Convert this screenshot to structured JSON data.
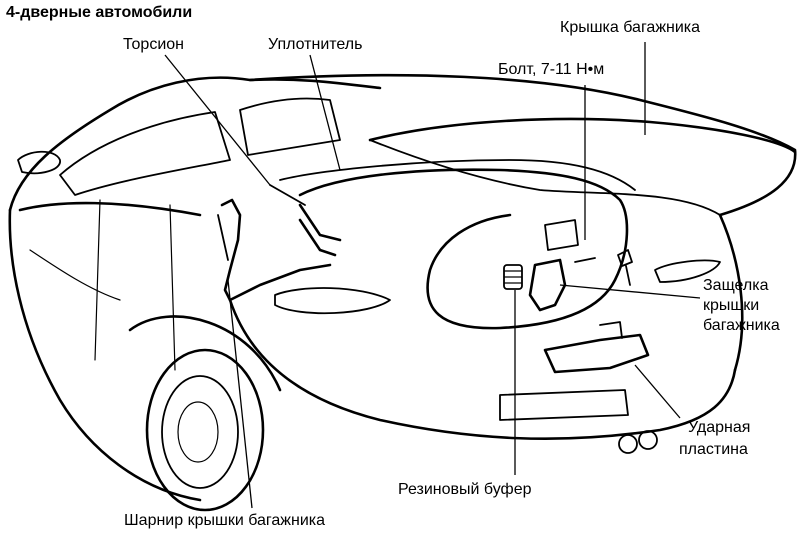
{
  "title": "4-дверные автомобили",
  "labels": {
    "torsion": "Торсион",
    "seal": "Уплотнитель",
    "trunk_lid": "Крышка багажника",
    "bolt": "Болт, 7-11 Н•м",
    "latch_line1": "Защелка",
    "latch_line2": "крышки",
    "latch_line3": "багажника",
    "striker_line1": "Ударная",
    "striker_line2": "пластина",
    "rubber_bumper": "Резиновый буфер",
    "hinge": "Шарнир крышки багажника"
  }
}
